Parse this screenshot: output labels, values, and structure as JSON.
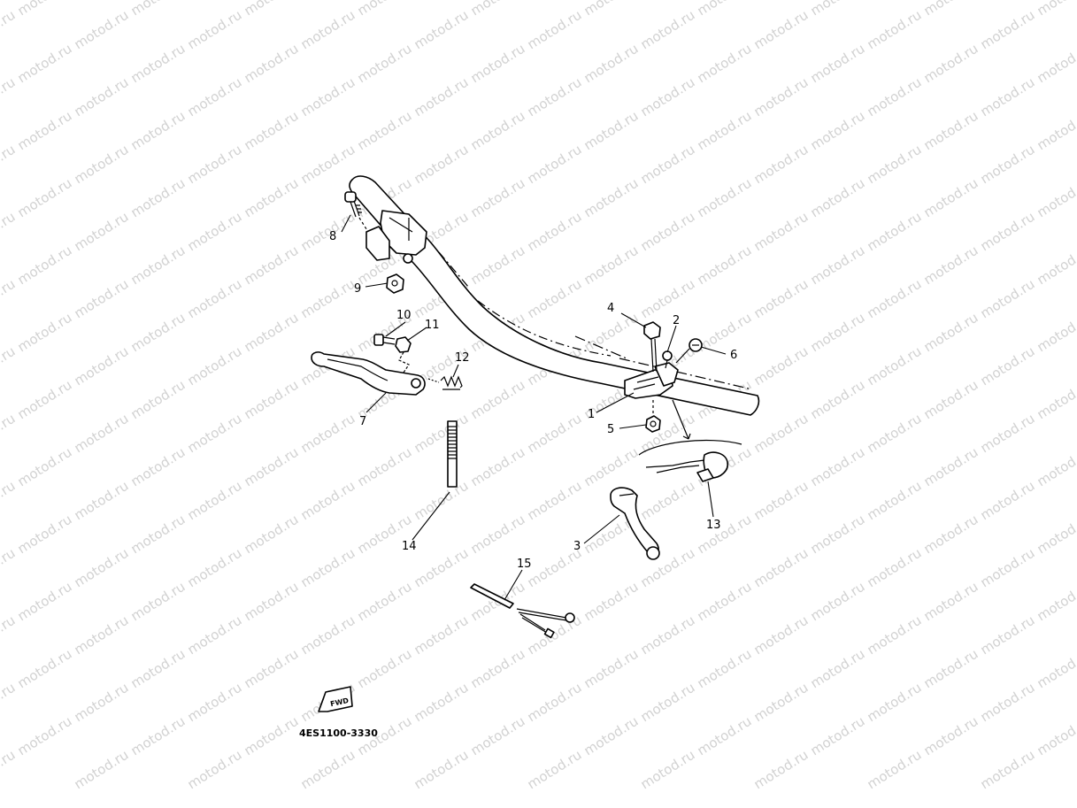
{
  "watermark": {
    "text": "motod.ru",
    "color": "#d2d2d2"
  },
  "callouts": [
    "1",
    "2",
    "3",
    "4",
    "5",
    "6",
    "7",
    "8",
    "9",
    "10",
    "11",
    "12",
    "13",
    "14",
    "15"
  ],
  "fwd_label": "FWD",
  "diagram_code": "4ES1100-3330"
}
